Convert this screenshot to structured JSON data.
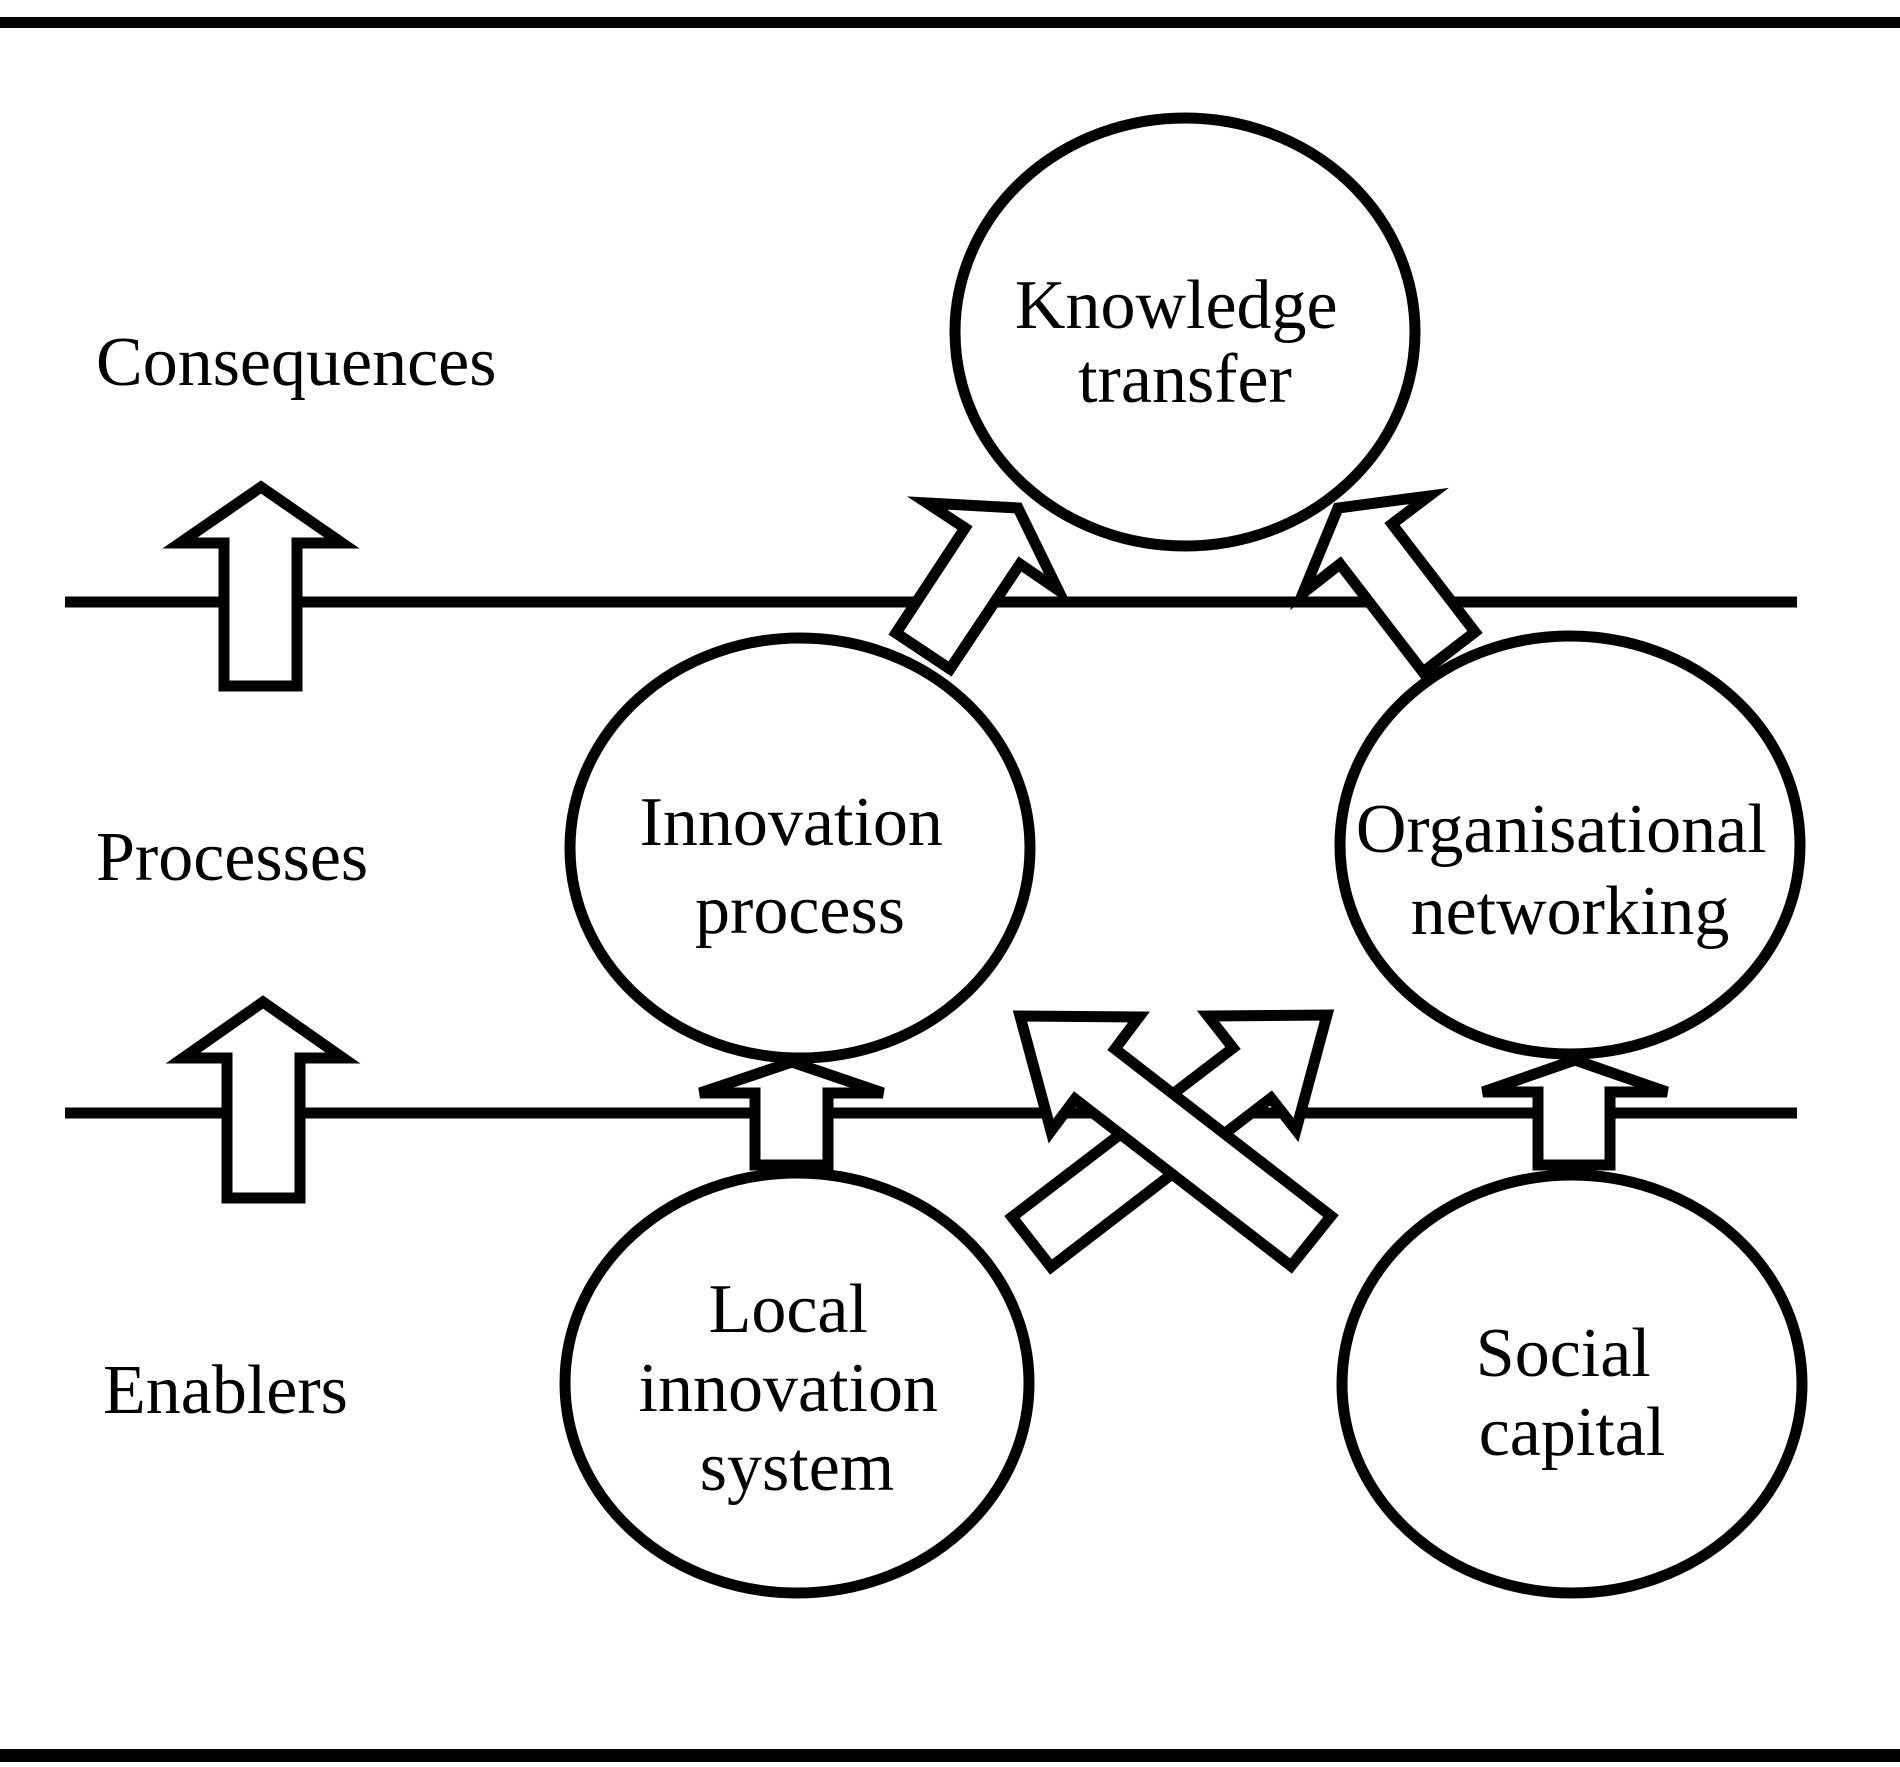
{
  "diagram": {
    "colors": {
      "ink": "#000000",
      "background": "#ffffff"
    },
    "row_labels": [
      {
        "id": "consequences",
        "label": "Consequences"
      },
      {
        "id": "processes",
        "label": "Processes"
      },
      {
        "id": "enablers",
        "label": "Enablers"
      }
    ],
    "nodes": [
      {
        "id": "knowledge-transfer",
        "lines": [
          "Knowledge",
          "transfer"
        ]
      },
      {
        "id": "innovation-process",
        "lines": [
          "Innovation",
          "process"
        ]
      },
      {
        "id": "organisational-networking",
        "lines": [
          "Organisational",
          "networking"
        ]
      },
      {
        "id": "local-innovation-system",
        "lines": [
          "Local",
          "innovation",
          "system"
        ]
      },
      {
        "id": "social-capital",
        "lines": [
          "Social",
          "capital"
        ]
      }
    ],
    "arrows": [
      {
        "id": "enabler-level-up-arrow-left-lower",
        "meaning": "enablers level boundary crossing arrow"
      },
      {
        "id": "process-level-up-arrow-left-upper",
        "meaning": "processes level boundary crossing arrow"
      },
      {
        "id": "local-innovation-system-to-innovation-process",
        "meaning": "upward arrow"
      },
      {
        "id": "social-capital-to-organisational-networking",
        "meaning": "upward arrow"
      },
      {
        "id": "innovation-process-to-knowledge-transfer",
        "meaning": "diagonal up-right arrow"
      },
      {
        "id": "organisational-networking-to-knowledge-transfer",
        "meaning": "diagonal up-left arrow"
      },
      {
        "id": "cross-arrow-up-right",
        "meaning": "crossed diagonal arrow pointing up-right"
      },
      {
        "id": "cross-arrow-up-left",
        "meaning": "crossed diagonal arrow pointing up-left"
      }
    ]
  }
}
